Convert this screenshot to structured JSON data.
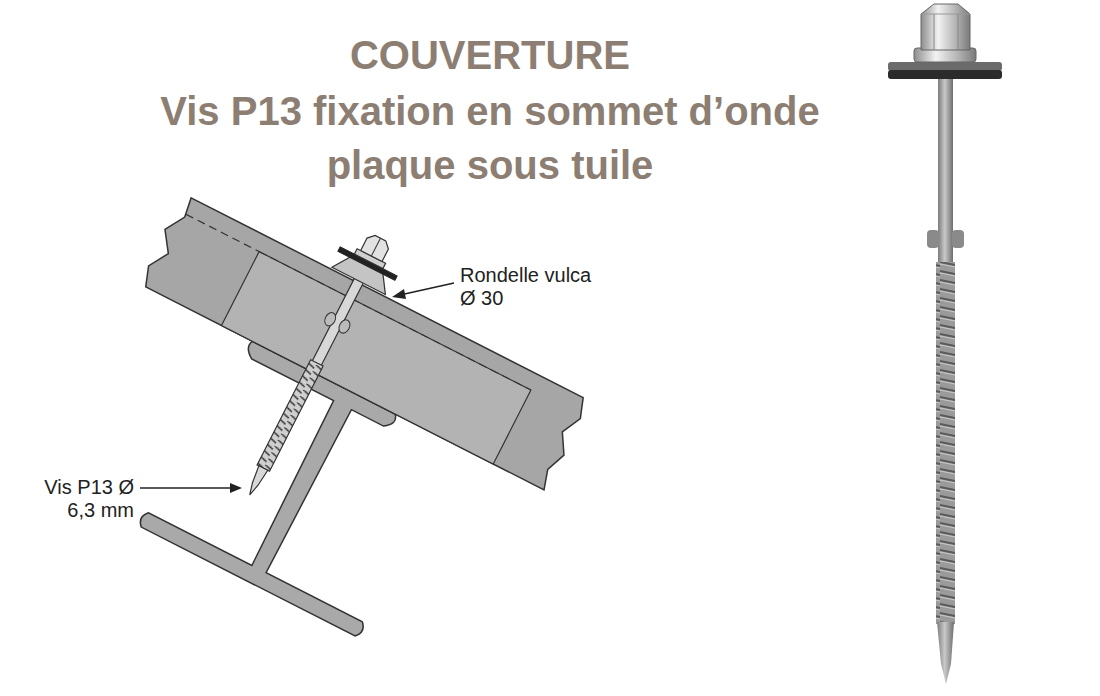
{
  "diagram": {
    "title": "COUVERTURE",
    "labels": [
      "Vis P13 fixation en sommet d’onde plaque sous tuile",
      "Rondelle vulca Ø 30",
      "Vis P13 Ø 6,3 mm"
    ]
  }
}
